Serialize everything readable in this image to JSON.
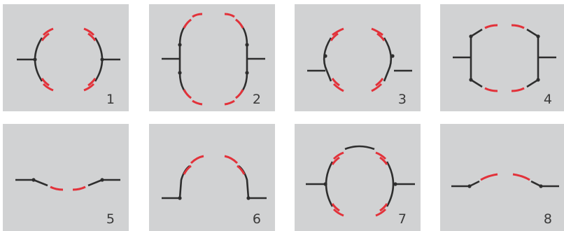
{
  "panels": [
    {
      "number": "1"
    },
    {
      "number": "2"
    },
    {
      "number": "3"
    },
    {
      "number": "4"
    },
    {
      "number": "5"
    },
    {
      "number": "6"
    },
    {
      "number": "7"
    },
    {
      "number": "8"
    }
  ],
  "colors": {
    "panel_bg": "#d1d2d3",
    "line": "#2e2e2e",
    "accent": "#e2323a"
  }
}
